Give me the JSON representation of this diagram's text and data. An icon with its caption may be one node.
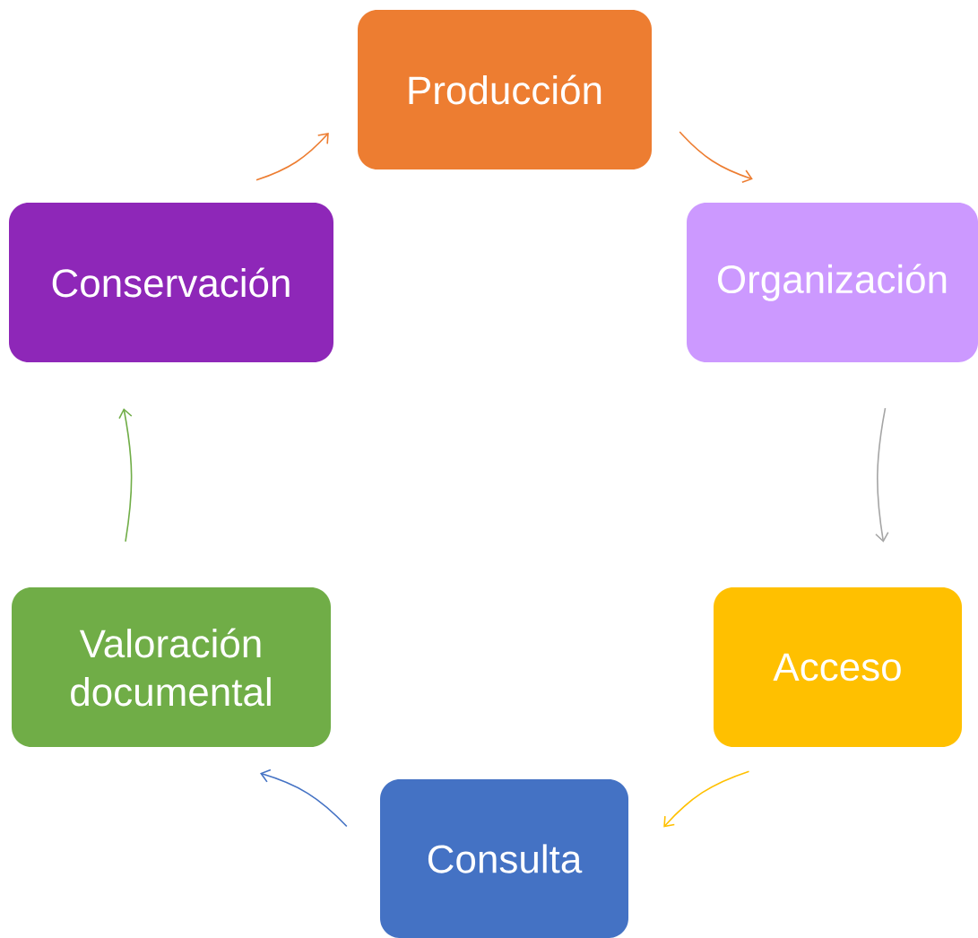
{
  "diagram": {
    "nodes": [
      {
        "text": [
          "Producción"
        ]
      },
      {
        "text": [
          "Organización"
        ]
      },
      {
        "text": [
          "Acceso"
        ]
      },
      {
        "text": [
          "Consulta"
        ]
      },
      {
        "text": [
          "Valoración documental"
        ]
      },
      {
        "text": [
          "Conservación"
        ]
      }
    ],
    "edges": [
      {
        "from": 0,
        "to": 1,
        "arrow": "to",
        "color": "#ed7d31"
      },
      {
        "from": 1,
        "to": 2,
        "arrow": "to",
        "color": "#a5a5a5"
      },
      {
        "from": 2,
        "to": 3,
        "arrow": "to",
        "color": "#ffc000"
      },
      {
        "from": 3,
        "to": 4,
        "arrow": "to",
        "color": "#4472c4"
      },
      {
        "from": 4,
        "to": 5,
        "arrow": "to",
        "color": "#70ad47"
      },
      {
        "from": 5,
        "to": 0,
        "arrow": "to",
        "color": "#ed7d31"
      }
    ]
  }
}
